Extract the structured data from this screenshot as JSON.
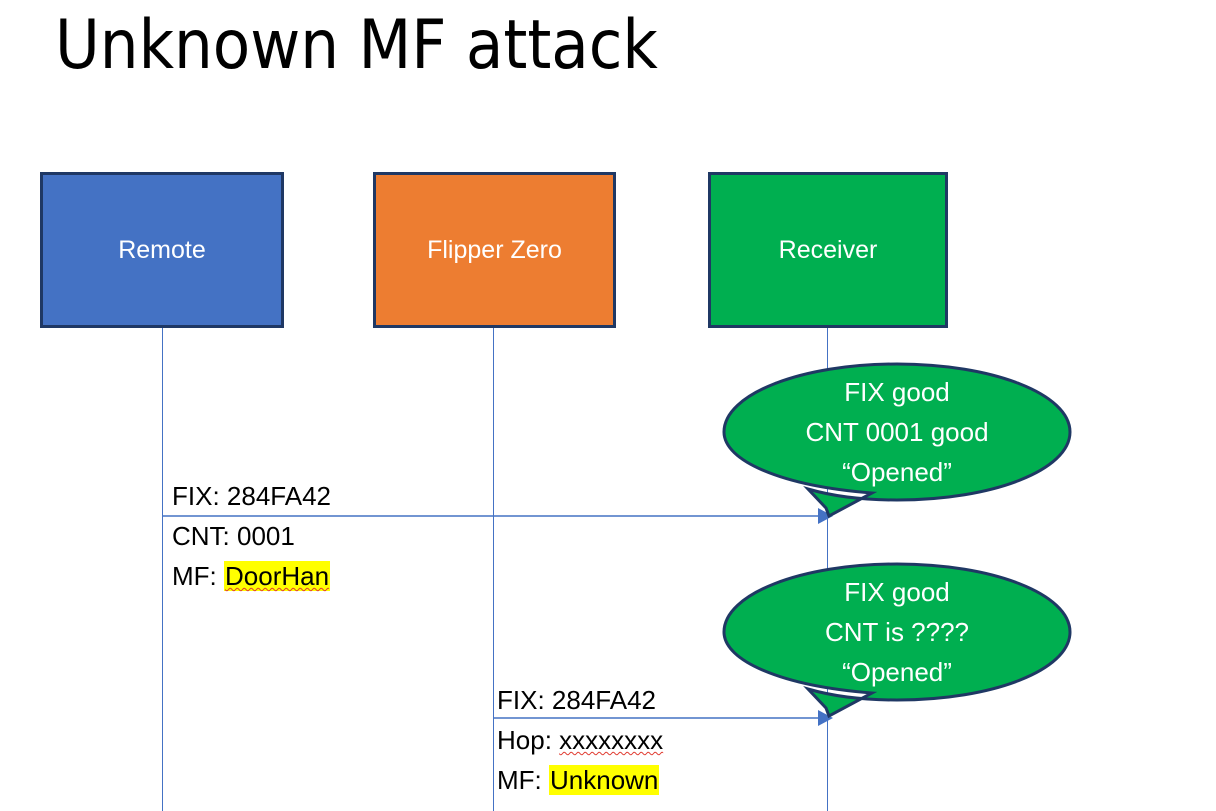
{
  "slide": {
    "title": "Unknown MF attack",
    "background_color": "#FFFFFF"
  },
  "actors": [
    {
      "id": "remote",
      "label": "Remote",
      "color": "#4472C4",
      "border_color": "#1F3864",
      "text_color": "#FFFFFF"
    },
    {
      "id": "flipper",
      "label": "Flipper Zero",
      "color": "#ED7D31",
      "border_color": "#1F3864",
      "text_color": "#FFFFFF"
    },
    {
      "id": "receiver",
      "label": "Receiver",
      "color": "#00AF50",
      "border_color": "#1F3864",
      "text_color": "#FFFFFF"
    }
  ],
  "messages": [
    {
      "id": "msg-remote-to-receiver",
      "from": "remote",
      "to": "receiver",
      "line1": "FIX: 284FA42",
      "line2": "CNT: 0001",
      "line3_prefix": "MF: ",
      "line3_value": "DoorHan",
      "line3_highlight_color": "#FFFF00",
      "arrow_color": "#4472C4"
    },
    {
      "id": "msg-flipper-to-receiver",
      "from": "flipper",
      "to": "receiver",
      "line1": "FIX: 284FA42",
      "line2_prefix": "Hop: ",
      "line2_value": "xxxxxxxx",
      "line3_prefix": "MF: ",
      "line3_value": "Unknown",
      "line3_highlight_color": "#FFFF00",
      "arrow_color": "#4472C4"
    }
  ],
  "bubbles": [
    {
      "id": "bubble-response-1",
      "fill": "#00AF50",
      "stroke": "#1F3864",
      "text_color": "#FFFFFF",
      "line1": "FIX good",
      "line2": "CNT 0001 good",
      "line3": "“Opened”"
    },
    {
      "id": "bubble-response-2",
      "fill": "#00AF50",
      "stroke": "#1F3864",
      "text_color": "#FFFFFF",
      "line1": "FIX good",
      "line2": "CNT is ????",
      "line3": "“Opened”"
    }
  ]
}
